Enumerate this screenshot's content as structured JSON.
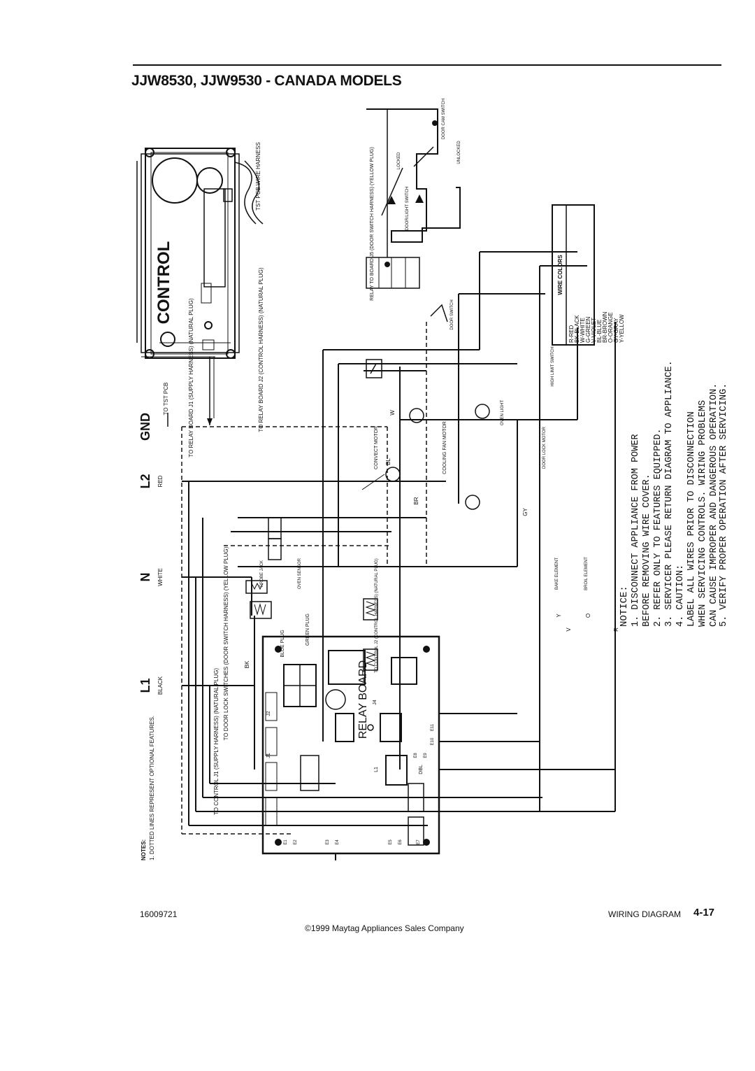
{
  "page": {
    "title": "JJW8530, JJW9530 - CANADA MODELS",
    "footer_left": "16009721",
    "footer_center": "©1999 Maytag Appliances Sales Company",
    "footer_right": "WIRING DIAGRAM",
    "page_number": "4-17"
  },
  "diagram": {
    "control_label": "CONTROL",
    "tst_pcb_harness": "TST PCB WIRE HARNESS",
    "to_tst_pcb": "TO TST PCB",
    "relay_board_j2": "TO RELAY BOARD J2 (CONTROL HARNESS) (NATURAL PLUG)",
    "relay_board_j1": "TO RELAY BOARD J1 (SUPPLY HARNESS) (NATURAL PLUG)",
    "relay_to_board_j5": "RELAY TO BOARD J5 (DOOR SWITCH HARNESS) (YELLOW PLUG)",
    "door_cam_switch": "DOOR CAM SWITCH",
    "door_light_switch": "DOOR/LIGHT SWITCH",
    "locked": "LOCKED",
    "unlocked": "UNLOCKED",
    "gnd": "GND",
    "l2": "L2",
    "red": "RED",
    "n": "N",
    "white": "WHITE",
    "l1": "L1",
    "black": "BLACK",
    "notes_title": "NOTES:",
    "notes_line": "1. DOTTED LINES REPRESENT OPTIONAL FEATURES.",
    "to_control_j1": "TO CONTROL J1 (SUPPLY HARNESS) (NATURAL PLUG)",
    "to_door_lock_switches": "TO DOOR LOCK SWITCHES (DOOR SWITCH HARNESS) (YELLOW PLUG)",
    "to_control_j2": "TO CONTROL J2 (CONTROL HARNESS) (NATURAL PLUG)",
    "relay_board": "RELAY BOARD",
    "blue_plug": "BLUE PLUG",
    "green_plug": "GREEN PLUG",
    "probe_jack": "PROBE JACK",
    "oven_sensor": "OVEN SENSOR",
    "convect_motor": "CONVECT MOTOR",
    "cooling_fan_motor": "COOLING FAN MOTOR",
    "oven_light": "OVEN LIGHT",
    "door_lock_motor": "DOOR LOCK MOTOR",
    "door_switch": "DOOR SWITCH",
    "high_limit_switch": "HIGH LIMIT SWITCH",
    "bake_element": "BAKE ELEMENT",
    "broil_element": "BROIL ELEMENT",
    "wire_codes": [
      "W",
      "BK",
      "BL",
      "BR",
      "GY",
      "V",
      "R",
      "Y",
      "O"
    ],
    "board_codes": [
      "J1",
      "J2",
      "J4",
      "E1",
      "E2",
      "E3",
      "E4",
      "E5",
      "E6",
      "E7",
      "E8",
      "E9",
      "E10",
      "E11",
      "L1",
      "DBL"
    ]
  },
  "wire_colors": {
    "title": "WIRE COLORS",
    "items": [
      "R-RED",
      "BK-BLACK",
      "W-WHITE",
      "G-GREEN",
      "V-VIOLET",
      "BL-BLUE",
      "BR-BROWN",
      "O-ORANGE",
      "GY-GRAY",
      "Y-YELLOW"
    ]
  },
  "notice": {
    "title": "NOTICE:",
    "lines": [
      "1. DISCONNECT APPLIANCE FROM POWER",
      "   BEFORE REMOVING WIRE COVER.",
      "2. REFER ONLY TO FEATURES EQUIPPED.",
      "3. SERVICER PLEASE RETURN DIAGRAM TO APPLIANCE.",
      "4. CAUTION:",
      "   LABEL ALL WIRES PRIOR TO DISCONNECTION",
      "   WHEN SERVICING CONTROLS. WIRING PROBLEMS",
      "   CAN CAUSE IMPROPER AND DANGEROUS OPERATION.",
      "5. VERIFY PROPER OPERATION AFTER SERVICING."
    ]
  }
}
